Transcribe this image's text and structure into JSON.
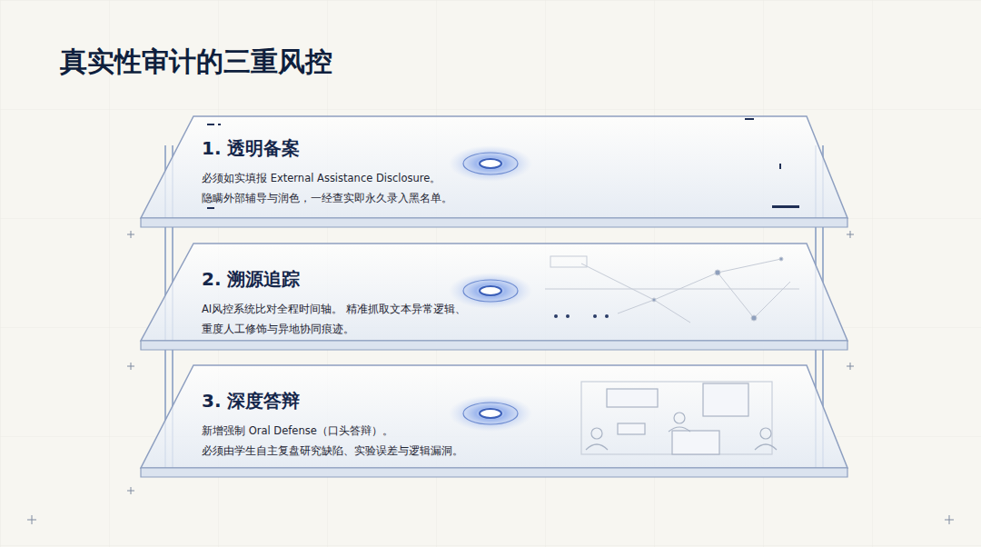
{
  "diagram": {
    "title": "真实性审计的三重风控",
    "nodes": [
      {
        "text": [
          "1. 透明备案",
          "必须如实填报 External Assistance Disclosure。 隐瞒外部辅导与润色，一经查实即永久录入黑名单。"
        ]
      },
      {
        "text": [
          "2. 溯源追踪",
          "AI风控系统比对全程时间轴。 精准抓取文本异常逻辑、重度人工修饰与异地协同痕迹。"
        ]
      },
      {
        "text": [
          "3. 深度答辩",
          "新增强制 Oral Defense（口头答辩）。 必须由学生自主复盘研究缺陷、实验误差与逻辑漏洞。"
        ]
      }
    ]
  }
}
